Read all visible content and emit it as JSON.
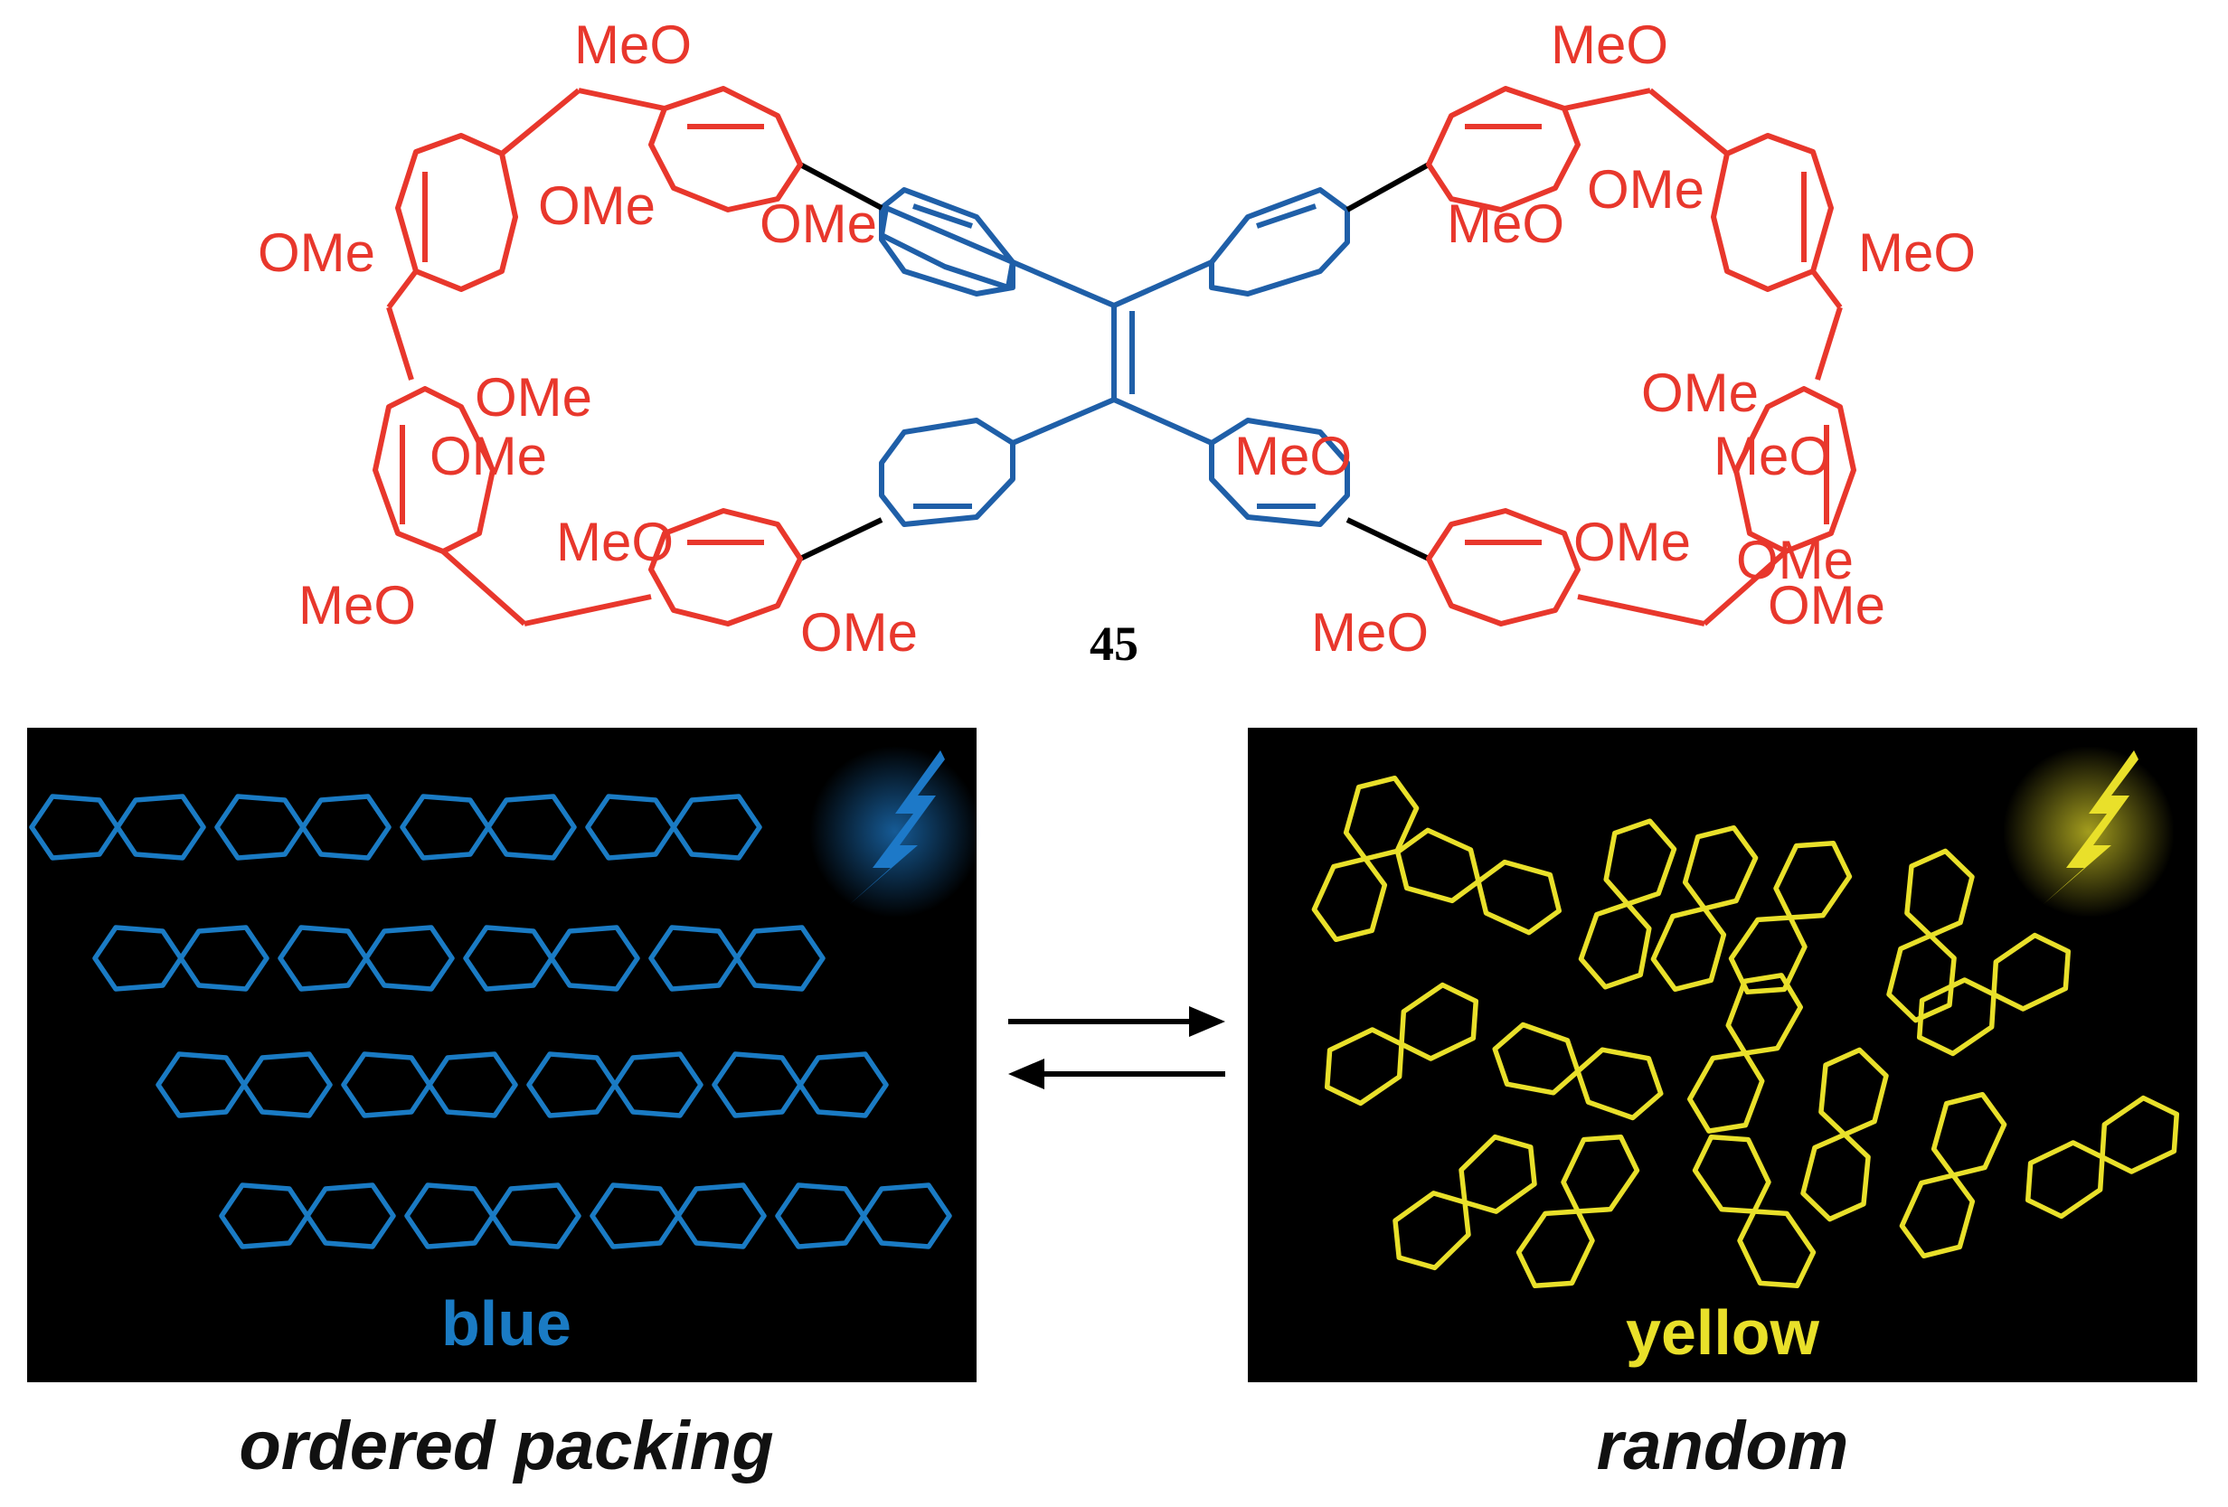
{
  "molecule": {
    "compound_number": "45",
    "groups": [
      "MeO",
      "MeO",
      "OMe",
      "OMe",
      "OMe",
      "MeO",
      "OMe",
      "MeO",
      "OMe",
      "OMe",
      "MeO",
      "OMe",
      "MeO",
      "OMe",
      "MeO",
      "OMe",
      "MeO",
      "OMe",
      "OMe",
      "MeO"
    ]
  },
  "panels": {
    "left": {
      "label": "blue",
      "caption": "ordered packing",
      "color": "#1a7bc4"
    },
    "right": {
      "label": "yellow",
      "caption": "random",
      "color": "#e9e02a"
    }
  },
  "icons": [
    "lightning-icon",
    "equilibrium-arrows-icon",
    "fused-pentagon-icon"
  ]
}
